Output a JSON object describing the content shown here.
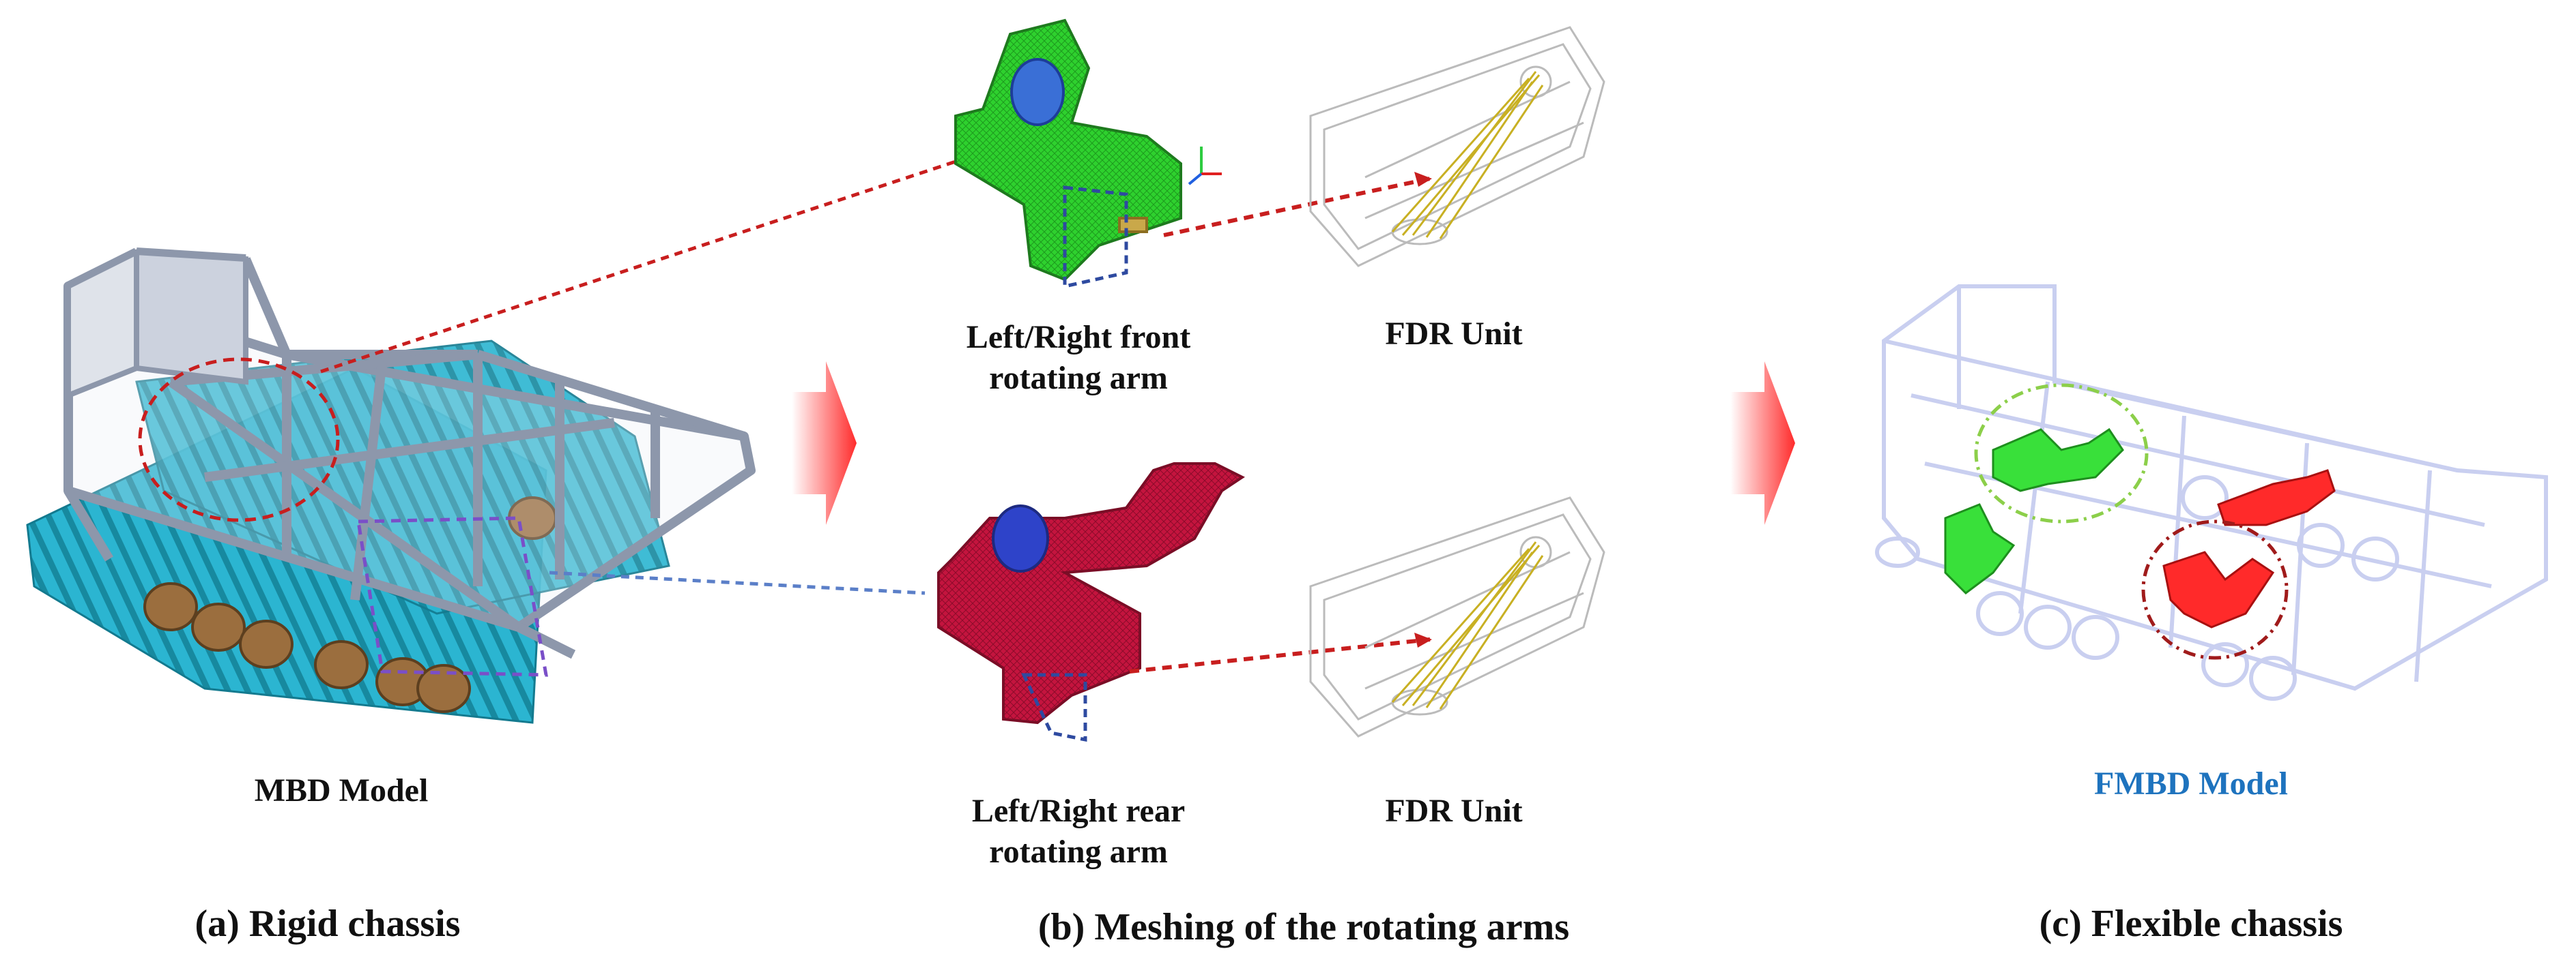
{
  "labels": {
    "mbd_model": "MBD Model",
    "front_arm": "Left/Right front\nrotating arm",
    "fdr_unit_top": "FDR Unit",
    "rear_arm": "Left/Right rear\nrotating arm",
    "fdr_unit_bottom": "FDR Unit",
    "fmbd_model": "FMBD Model"
  },
  "captions": {
    "a": "(a) Rigid chassis",
    "b": "(b) Meshing of the  rotating arms",
    "c": "(c) Flexible chassis"
  },
  "colors": {
    "frame_rigid": "#b9c2d3",
    "track": "#2bb5d1",
    "wheel": "#9b6e3e",
    "front_arm": "#2ed12e",
    "rear_arm": "#c4143e",
    "fdr": "#c8b023",
    "flex_frame": "#c9cff0",
    "flex_green": "#39e03a",
    "flex_red": "#ff2a2a",
    "leader_red": "#c81e1e",
    "leader_blue": "#5b7fc8",
    "fmbd_blue": "#1e73be"
  }
}
